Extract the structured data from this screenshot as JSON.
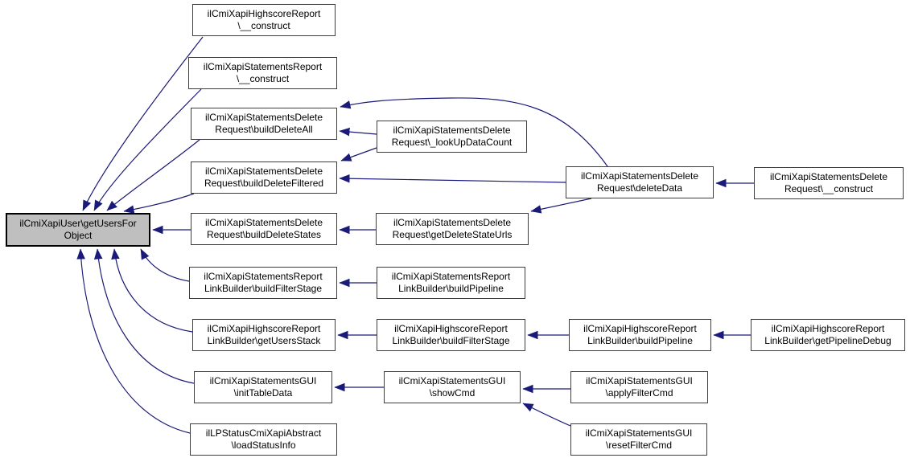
{
  "diagram": {
    "type": "caller-graph",
    "colors": {
      "background": "#ffffff",
      "edge": "#1a1a78",
      "node_fill": "#ffffff",
      "node_border": "#3d3d3d",
      "text": "#000000",
      "highlight_fill": "#bfbfbf",
      "highlight_border": "#000000"
    },
    "nodes": [
      {
        "id": "root",
        "lines": [
          "ilCmiXapiUser\\getUsersFor",
          "Object"
        ],
        "highlighted": true
      },
      {
        "id": "hs_construct",
        "lines": [
          "ilCmiXapiHighscoreReport",
          "\\__construct"
        ],
        "highlighted": false
      },
      {
        "id": "st_construct",
        "lines": [
          "ilCmiXapiStatementsReport",
          "\\__construct"
        ],
        "highlighted": false
      },
      {
        "id": "del_all",
        "lines": [
          "ilCmiXapiStatementsDelete",
          "Request\\buildDeleteAll"
        ],
        "highlighted": false
      },
      {
        "id": "del_filtered",
        "lines": [
          "ilCmiXapiStatementsDelete",
          "Request\\buildDeleteFiltered"
        ],
        "highlighted": false
      },
      {
        "id": "del_states",
        "lines": [
          "ilCmiXapiStatementsDelete",
          "Request\\buildDeleteStates"
        ],
        "highlighted": false
      },
      {
        "id": "rep_filterstage",
        "lines": [
          "ilCmiXapiStatementsReport",
          "LinkBuilder\\buildFilterStage"
        ],
        "highlighted": false
      },
      {
        "id": "hs_usersstack",
        "lines": [
          "ilCmiXapiHighscoreReport",
          "LinkBuilder\\getUsersStack"
        ],
        "highlighted": false
      },
      {
        "id": "gui_inittable",
        "lines": [
          "ilCmiXapiStatementsGUI",
          "\\initTableData"
        ],
        "highlighted": false
      },
      {
        "id": "lp_loadstatus",
        "lines": [
          "ilLPStatusCmiXapiAbstract",
          "\\loadStatusInfo"
        ],
        "highlighted": false
      },
      {
        "id": "del_lookup",
        "lines": [
          "ilCmiXapiStatementsDelete",
          "Request\\_lookUpDataCount"
        ],
        "highlighted": false
      },
      {
        "id": "del_stateurls",
        "lines": [
          "ilCmiXapiStatementsDelete",
          "Request\\getDeleteStateUrls"
        ],
        "highlighted": false
      },
      {
        "id": "rep_pipeline",
        "lines": [
          "ilCmiXapiStatementsReport",
          "LinkBuilder\\buildPipeline"
        ],
        "highlighted": false
      },
      {
        "id": "hs_filterstage",
        "lines": [
          "ilCmiXapiHighscoreReport",
          "LinkBuilder\\buildFilterStage"
        ],
        "highlighted": false
      },
      {
        "id": "gui_showcmd",
        "lines": [
          "ilCmiXapiStatementsGUI",
          "\\showCmd"
        ],
        "highlighted": false
      },
      {
        "id": "del_deletedata",
        "lines": [
          "ilCmiXapiStatementsDelete",
          "Request\\deleteData"
        ],
        "highlighted": false
      },
      {
        "id": "hs_pipeline",
        "lines": [
          "ilCmiXapiHighscoreReport",
          "LinkBuilder\\buildPipeline"
        ],
        "highlighted": false
      },
      {
        "id": "gui_applyfilter",
        "lines": [
          "ilCmiXapiStatementsGUI",
          "\\applyFilterCmd"
        ],
        "highlighted": false
      },
      {
        "id": "gui_resetfilter",
        "lines": [
          "ilCmiXapiStatementsGUI",
          "\\resetFilterCmd"
        ],
        "highlighted": false
      },
      {
        "id": "del_construct",
        "lines": [
          "ilCmiXapiStatementsDelete",
          "Request\\__construct"
        ],
        "highlighted": false
      },
      {
        "id": "hs_pipelinedebug",
        "lines": [
          "ilCmiXapiHighscoreReport",
          "LinkBuilder\\getPipelineDebug"
        ],
        "highlighted": false
      }
    ],
    "edges": [
      {
        "from": "hs_construct",
        "to": "root"
      },
      {
        "from": "st_construct",
        "to": "root"
      },
      {
        "from": "del_all",
        "to": "root"
      },
      {
        "from": "del_filtered",
        "to": "root"
      },
      {
        "from": "del_states",
        "to": "root"
      },
      {
        "from": "rep_filterstage",
        "to": "root"
      },
      {
        "from": "hs_usersstack",
        "to": "root"
      },
      {
        "from": "gui_inittable",
        "to": "root"
      },
      {
        "from": "lp_loadstatus",
        "to": "root"
      },
      {
        "from": "del_lookup",
        "to": "del_all"
      },
      {
        "from": "del_lookup",
        "to": "del_filtered"
      },
      {
        "from": "del_deletedata",
        "to": "del_all"
      },
      {
        "from": "del_deletedata",
        "to": "del_filtered"
      },
      {
        "from": "del_deletedata",
        "to": "del_stateurls"
      },
      {
        "from": "del_stateurls",
        "to": "del_states"
      },
      {
        "from": "del_construct",
        "to": "del_deletedata"
      },
      {
        "from": "rep_pipeline",
        "to": "rep_filterstage"
      },
      {
        "from": "hs_filterstage",
        "to": "hs_usersstack"
      },
      {
        "from": "hs_pipeline",
        "to": "hs_filterstage"
      },
      {
        "from": "hs_pipelinedebug",
        "to": "hs_pipeline"
      },
      {
        "from": "gui_showcmd",
        "to": "gui_inittable"
      },
      {
        "from": "gui_applyfilter",
        "to": "gui_showcmd"
      },
      {
        "from": "gui_resetfilter",
        "to": "gui_showcmd"
      }
    ]
  }
}
